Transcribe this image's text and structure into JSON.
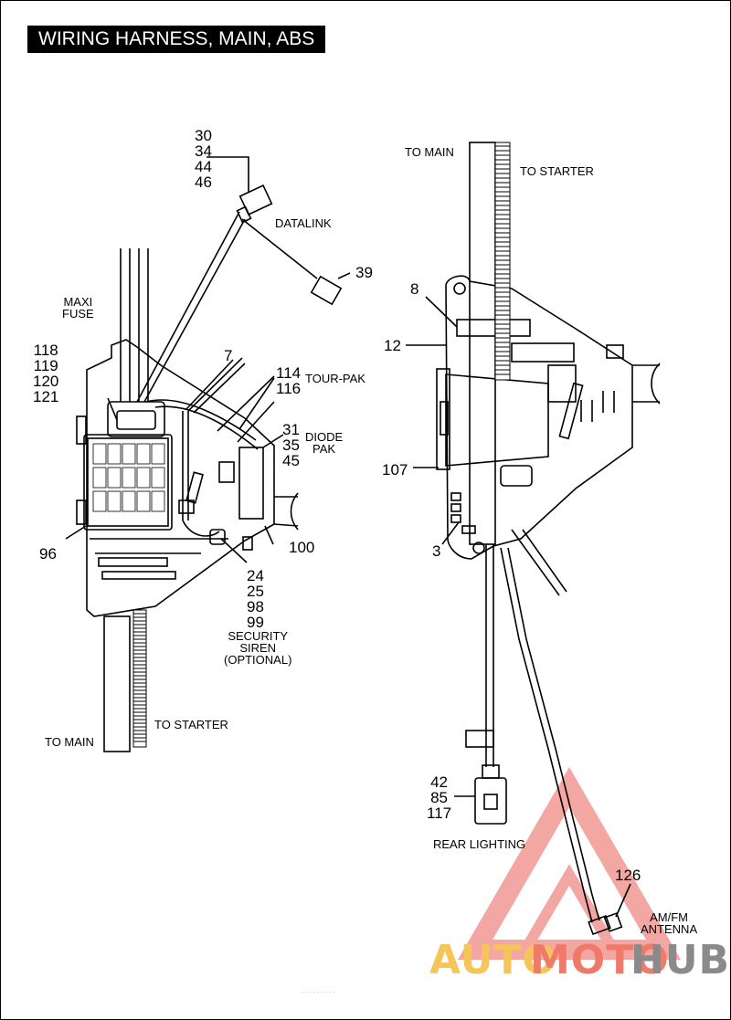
{
  "title": "WIRING HARNESS, MAIN, ABS",
  "left_view": {
    "callouts": {
      "c30": "30",
      "c34": "34",
      "c44": "44",
      "c46": "46",
      "c39": "39",
      "c7": "7",
      "c114": "114",
      "c116": "116",
      "c31": "31",
      "c35": "35",
      "c45": "45",
      "c118": "118",
      "c119": "119",
      "c120": "120",
      "c121": "121",
      "c96": "96",
      "c100": "100",
      "c24": "24",
      "c25": "25",
      "c98": "98",
      "c99": "99"
    },
    "labels": {
      "datalink": "DATALINK",
      "maxi": "MAXI",
      "fuse": "FUSE",
      "tour_pak": "TOUR-PAK",
      "diode": "DIODE",
      "pak": "PAK",
      "security": "SECURITY",
      "siren": "SIREN",
      "optional": "(OPTIONAL)",
      "to_main": "TO MAIN",
      "to_starter": "TO STARTER"
    }
  },
  "right_view": {
    "callouts": {
      "c8": "8",
      "c12": "12",
      "c107": "107",
      "c3": "3",
      "c42": "42",
      "c85": "85",
      "c117": "117",
      "c126": "126"
    },
    "labels": {
      "to_main": "TO MAIN",
      "to_starter": "TO STARTER",
      "rear_lighting": "REAR LIGHTING",
      "amfm": "AM/FM",
      "antenna": "ANTENNA"
    }
  },
  "watermark": {
    "auto": "AUTO",
    "moto": "MOTO",
    "hub": "HUB",
    "color_auto": "#f5c55a",
    "color_moto": "#f07a6a",
    "color_hub": "#8a8a8a",
    "triangle_color": "#f08a84"
  },
  "footer": "- - -   - -   - - - -"
}
